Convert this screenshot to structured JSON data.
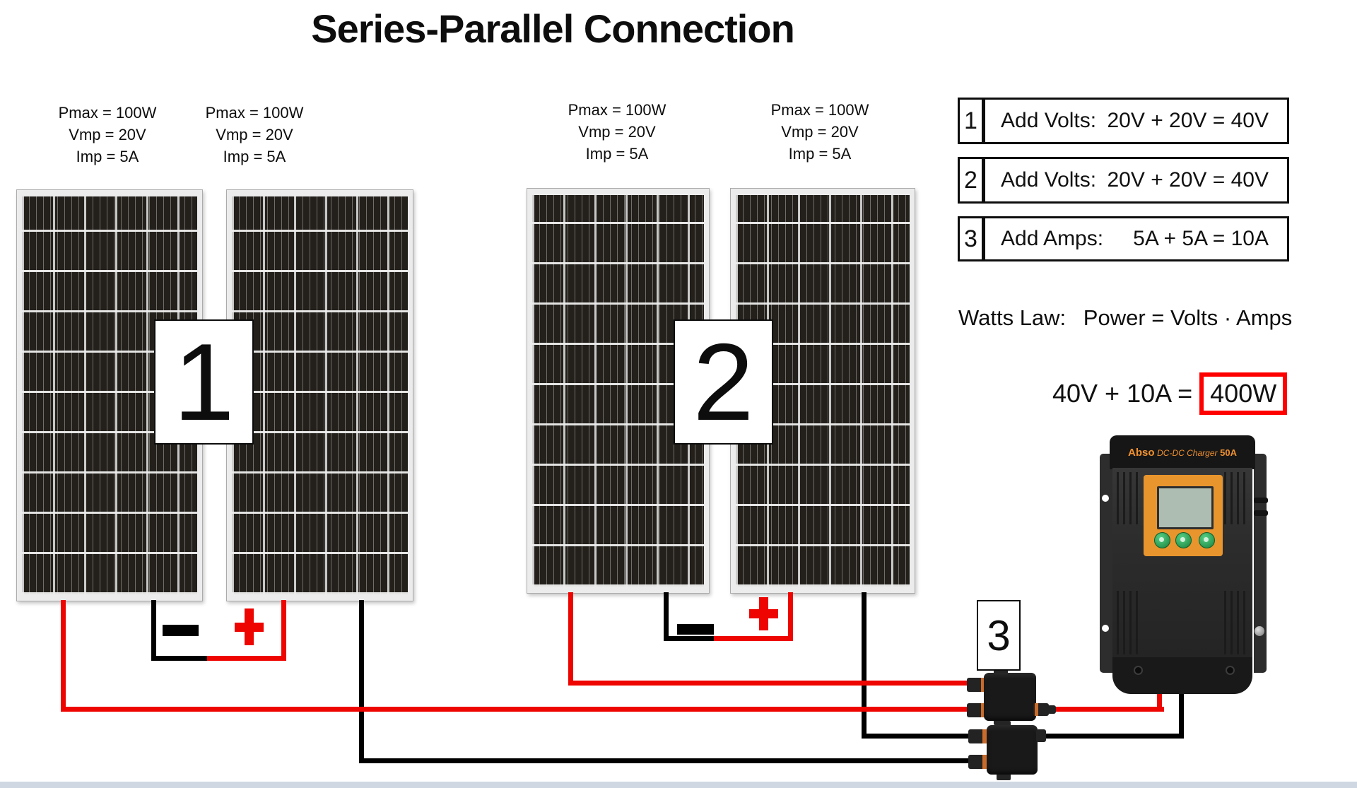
{
  "title": "Series-Parallel Connection",
  "panels": [
    {
      "specs": [
        "Pmax = 100W",
        "Vmp = 20V",
        "Imp = 5A"
      ]
    },
    {
      "specs": [
        "Pmax = 100W",
        "Vmp = 20V",
        "Imp = 5A"
      ]
    },
    {
      "specs": [
        "Pmax = 100W",
        "Vmp = 20V",
        "Imp = 5A"
      ]
    },
    {
      "specs": [
        "Pmax = 100W",
        "Vmp = 20V",
        "Imp = 5A"
      ]
    }
  ],
  "pair_labels": [
    "1",
    "2"
  ],
  "steps": [
    {
      "num": "1",
      "label": "Add Volts:",
      "equation": "20V + 20V = 40V"
    },
    {
      "num": "2",
      "label": "Add Volts:",
      "equation": "20V + 20V = 40V"
    },
    {
      "num": "3",
      "label": "Add Amps:",
      "equation": "5A + 5A = 10A"
    }
  ],
  "watts_law": {
    "label": "Watts Law:",
    "formula": "Power = Volts · Amps"
  },
  "result": {
    "prefix": "40V + 10A =",
    "highlight": "400W"
  },
  "junction_label": "3",
  "polarity": {
    "minus": "−",
    "plus": "+"
  },
  "charger": {
    "brand": "Abso",
    "type": "DC-DC Charger",
    "rating": "50A"
  },
  "colors": {
    "positive_wire": "#ee0400",
    "negative_wire": "#000000",
    "result_box": "#ff0000",
    "charger_accent": "#e8952e"
  }
}
